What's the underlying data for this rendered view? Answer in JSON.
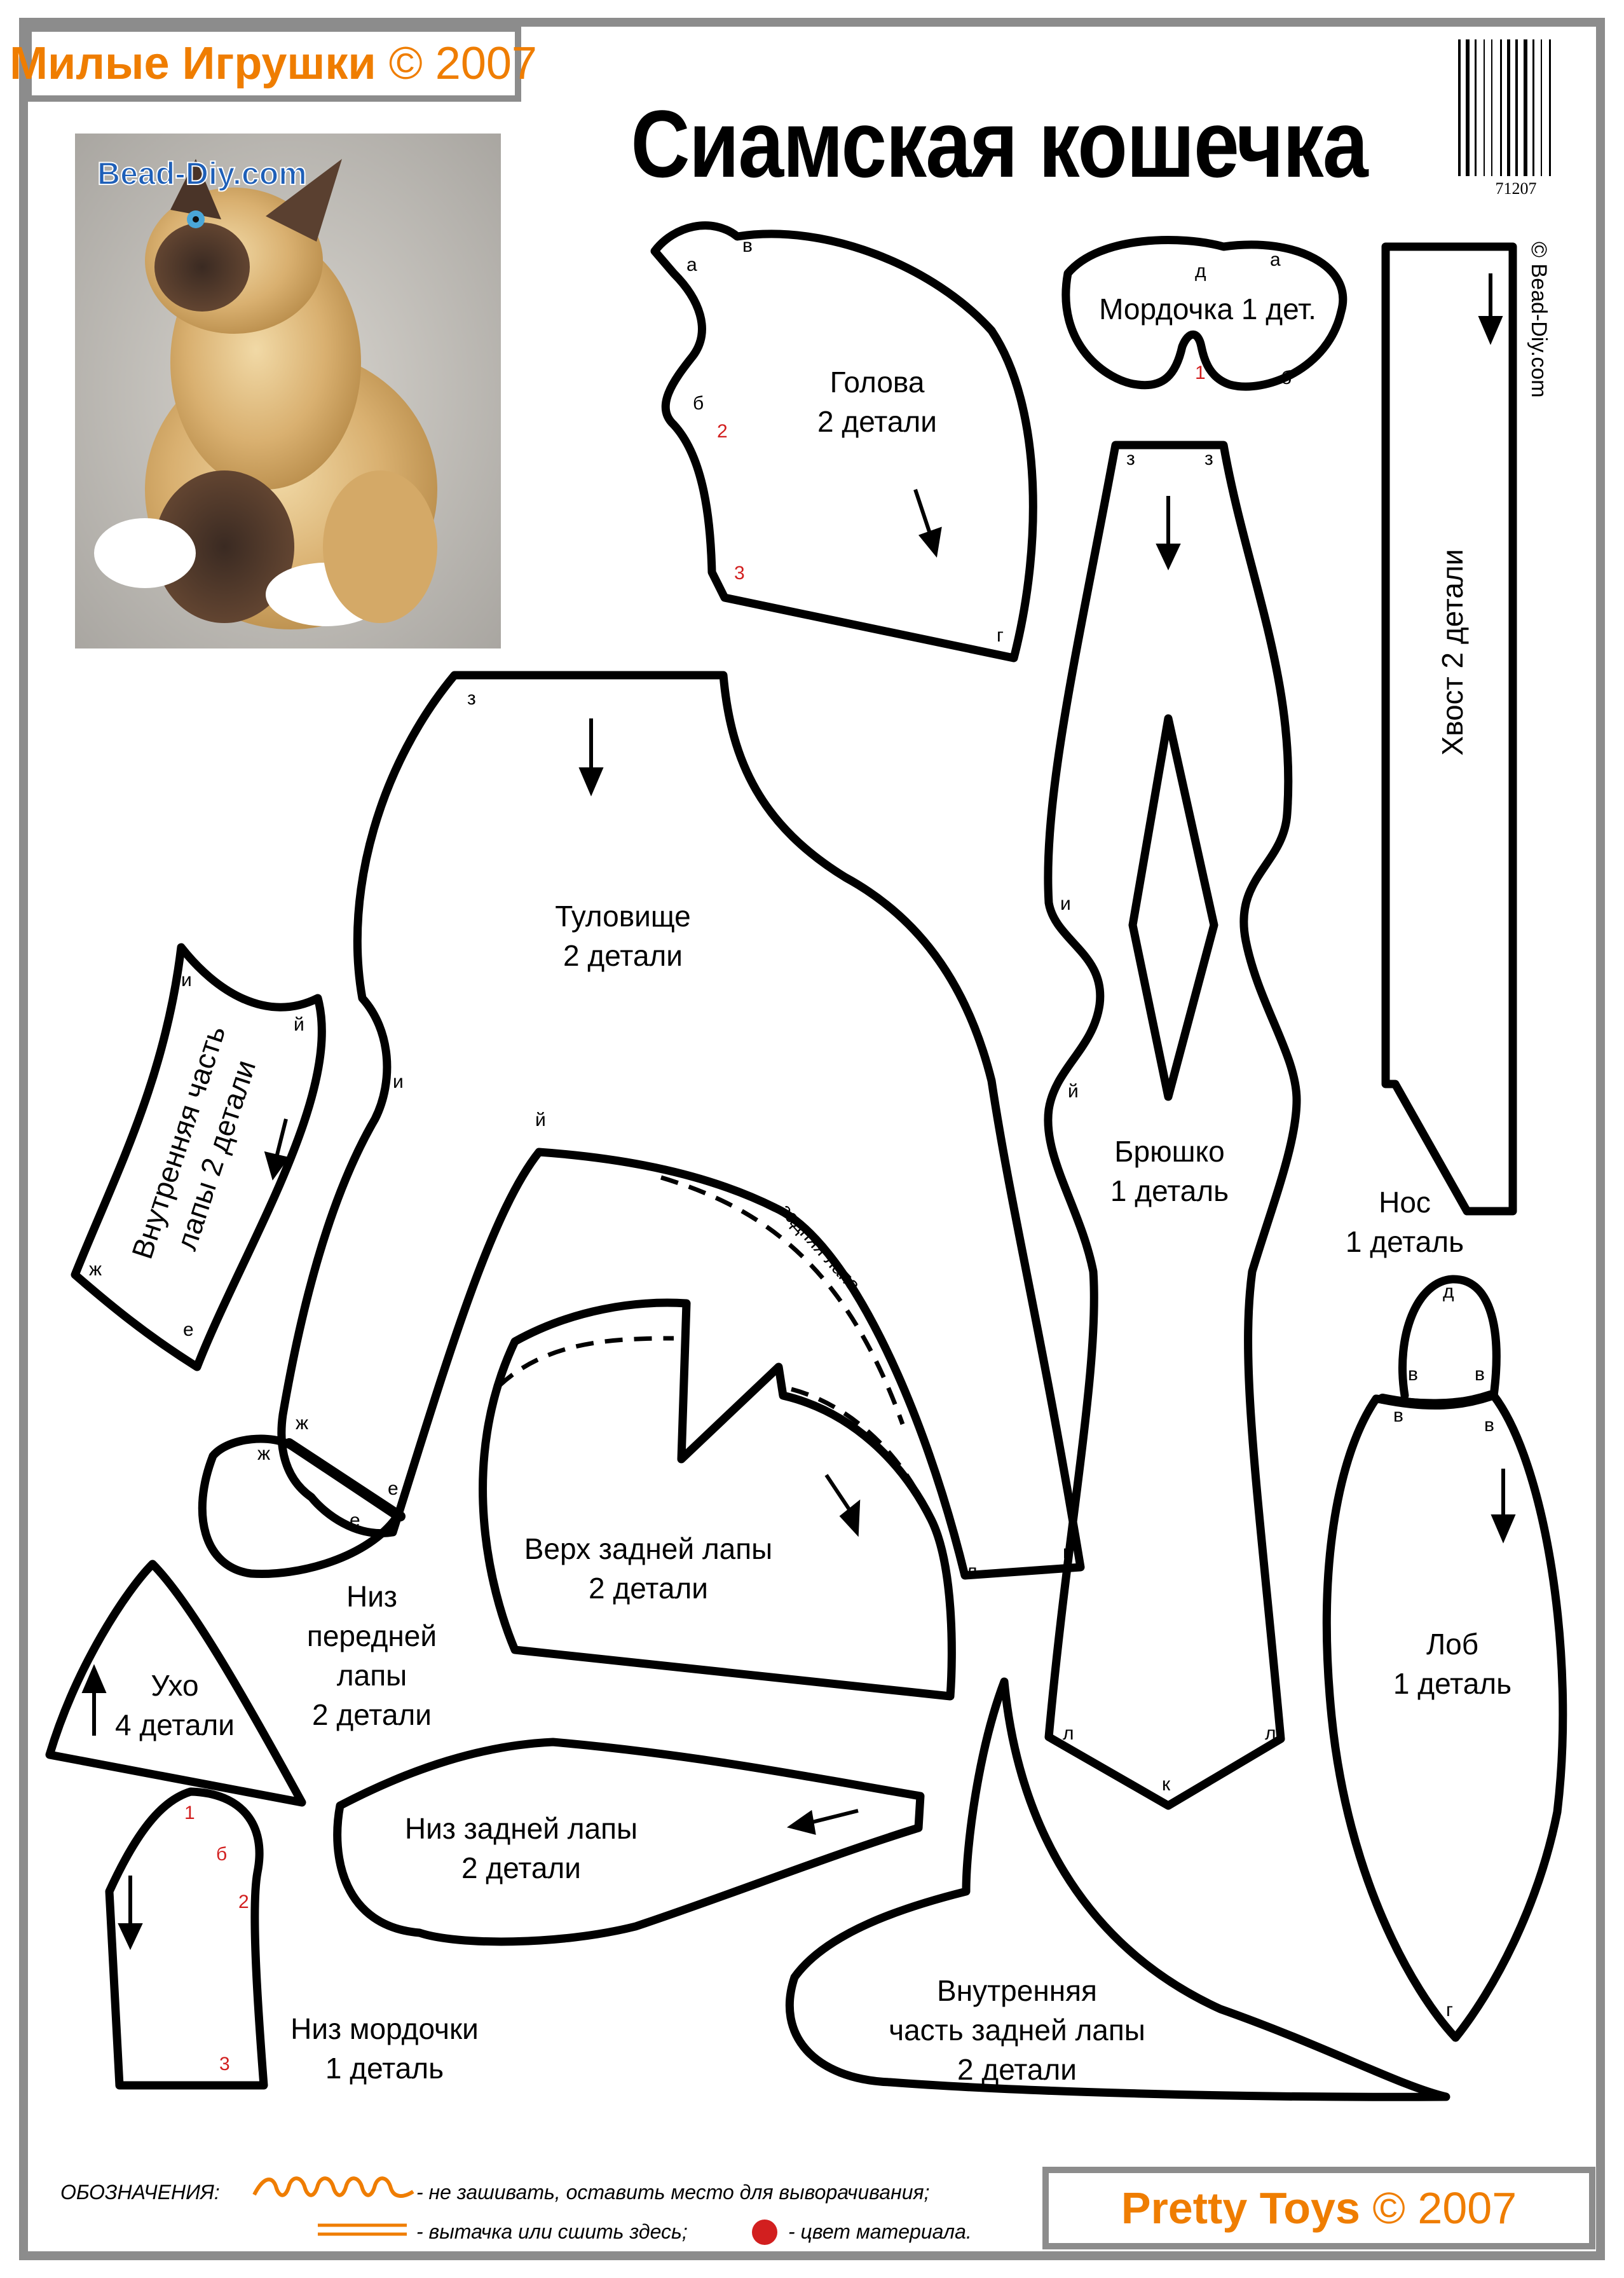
{
  "brand_top": {
    "name": "Милые Игрушки",
    "year": "© 2007"
  },
  "title": "Сиамская кошечка",
  "barcode_number": "71207",
  "side_copyright": "© Bead-Diy.com",
  "photo_watermark": "Bead-Diy.com",
  "parts": [
    {
      "key": "head",
      "label1": "Голова",
      "label2": "2 детали"
    },
    {
      "key": "muzzle",
      "label1": "Мордочка 1 дет.",
      "label2": ""
    },
    {
      "key": "tail",
      "label1": "Хвост 2 детали",
      "label2": ""
    },
    {
      "key": "body",
      "label1": "Туловище",
      "label2": "2 детали"
    },
    {
      "key": "belly",
      "label1": "Брюшко",
      "label2": "1 деталь"
    },
    {
      "key": "inner_front",
      "label1": "Внутренняя часть",
      "label2": "лапы 2 детали"
    },
    {
      "key": "nose",
      "label1": "Нос",
      "label2": "1 деталь"
    },
    {
      "key": "hind_top",
      "label1": "Верх задней лапы",
      "label2": "2 детали"
    },
    {
      "key": "front_bottom",
      "label1": "Низ",
      "label2": "передней",
      "label3": "лапы",
      "label4": "2 детали"
    },
    {
      "key": "ear",
      "label1": "Ухо",
      "label2": "4 детали"
    },
    {
      "key": "forehead",
      "label1": "Лоб",
      "label2": "1 деталь"
    },
    {
      "key": "hind_bottom",
      "label1": "Низ задней лапы",
      "label2": "2 детали"
    },
    {
      "key": "chin",
      "label1": "Низ мордочки",
      "label2": "1 деталь"
    },
    {
      "key": "inner_hind",
      "label1": "Внутренняя",
      "label2": "часть задней лапы",
      "label3": "2 детали"
    }
  ],
  "dashed_label": "задняя лапа",
  "marks": {
    "a": "а",
    "v": "в",
    "b": "б",
    "g": "г",
    "d": "д",
    "z": "з",
    "i": "и",
    "y": "й",
    "zh": "ж",
    "e": "е",
    "k": "к",
    "l": "л",
    "n1": "1",
    "n2": "2",
    "n3": "3"
  },
  "legend": {
    "title": "ОБОЗНАЧЕНИЯ:",
    "item1": "- не зашивать, оставить место  для выворачивания;",
    "item2": "- вытачка или сшить здесь;",
    "item3": "- цвет материала."
  },
  "brand_bottom": {
    "name": "Pretty Toys",
    "year": "© 2007"
  },
  "colors": {
    "frame": "#8c8c8c",
    "brand": "#ef7d00",
    "red": "#d21f1f",
    "pattern": "#000000"
  }
}
